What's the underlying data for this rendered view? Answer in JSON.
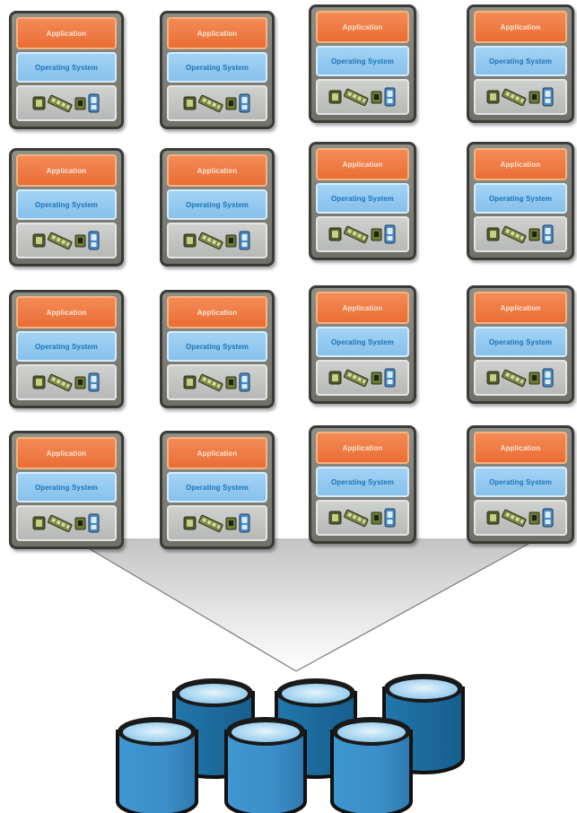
{
  "layers": {
    "application": "Application",
    "operating_system": "Operating System"
  },
  "grid": {
    "rows": 4,
    "columns": 4
  },
  "colors": {
    "application": "#ef7a43",
    "operating_system": "#8ec7ef",
    "hardware": "#c6c8c6",
    "server_frame": "#3a3a36",
    "storage_back": "#1f6fa3",
    "storage_front": "#3d91cb",
    "storage_top": "#a9d7f2"
  },
  "icons": [
    "cpu-chip-icon",
    "memory-module-icon",
    "network-card-icon",
    "disk-drive-icon"
  ]
}
